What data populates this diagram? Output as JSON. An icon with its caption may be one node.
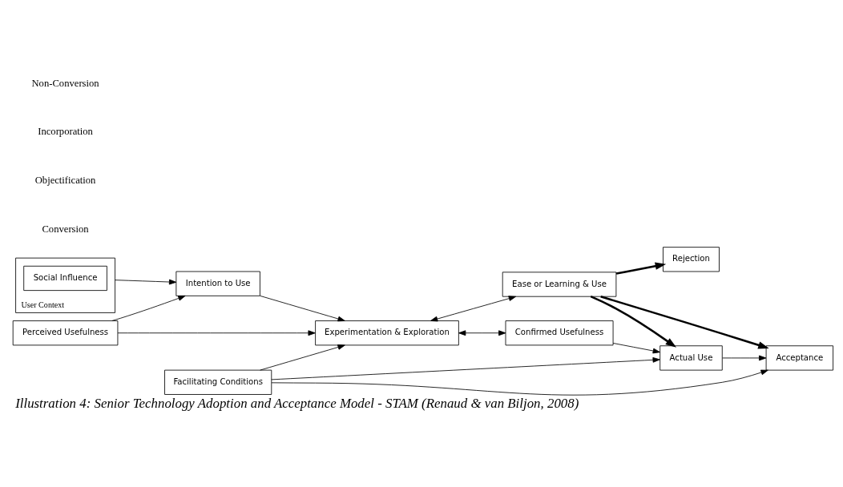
{
  "diagram": {
    "caption": "Illustration 4: Senior Technology Adoption and Acceptance Model - STAM (Renaud & van Biljon, 2008)",
    "nodes": [
      {
        "text": [
          "User Context"
        ]
      },
      {
        "text": [
          "Social Influence"
        ],
        "in": 0
      },
      {
        "text": [
          "Intention to Use"
        ]
      },
      {
        "text": [
          "Perceived Usefulness"
        ]
      },
      {
        "text": [
          "Facilitating Conditions"
        ]
      },
      {
        "text": [
          "Experimentation & Exploration"
        ]
      },
      {
        "text": [
          "Confirmed Usefulness"
        ]
      },
      {
        "text": [
          "Actual Use"
        ]
      },
      {
        "text": [
          "Ease or Learning & Use"
        ]
      },
      {
        "text": [
          "Acceptance"
        ]
      },
      {
        "text": [
          "Rejection"
        ]
      }
    ],
    "edges": [
      {
        "from": 0,
        "to": 2,
        "arrow": "to"
      },
      {
        "from": 3,
        "to": 2,
        "arrow": "to"
      },
      {
        "from": 2,
        "to": 5,
        "arrow": "to"
      },
      {
        "from": 3,
        "to": 5,
        "arrow": "to"
      },
      {
        "from": 4,
        "to": 9,
        "arrow": "to"
      },
      {
        "from": 4,
        "to": 5,
        "arrow": "to"
      },
      {
        "from": 4,
        "to": 7,
        "arrow": "to"
      },
      {
        "from": 7,
        "to": 9,
        "arrow": "to"
      },
      {
        "from": 5,
        "to": 6,
        "arrow": "both"
      },
      {
        "from": 6,
        "to": 7,
        "arrow": "to"
      },
      {
        "from": 5,
        "to": 8,
        "arrow": "both"
      },
      {
        "from": 8,
        "to": 7,
        "arrow": "to",
        "style": "thick"
      },
      {
        "from": 8,
        "to": 9,
        "arrow": "to",
        "style": "thick"
      },
      {
        "from": 8,
        "to": 10,
        "arrow": "to",
        "style": "thick"
      }
    ],
    "labels": [
      "Conversion",
      "Objectification",
      "Incorporation",
      "Non-Conversion"
    ]
  }
}
